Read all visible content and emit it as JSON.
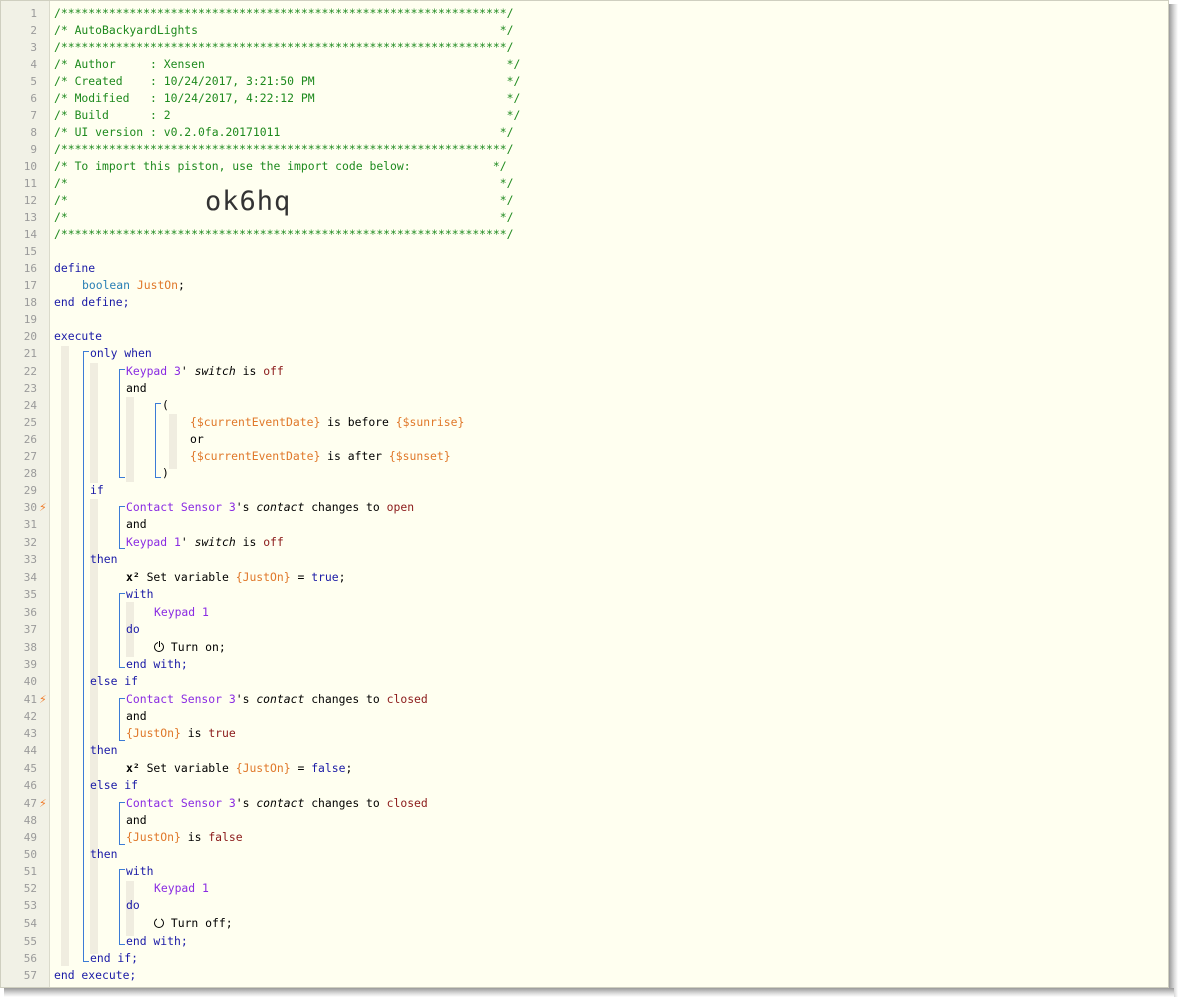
{
  "header": {
    "stars": "/*****************************************************************/",
    "title_line": "/* AutoBackyardLights                                            */",
    "author_line": "/* Author     : Xensen                                            */",
    "created_line": "/* Created    : 10/24/2017, 3:21:50 PM                            */",
    "modified_line": "/* Modified   : 10/24/2017, 4:22:12 PM                            */",
    "build_line": "/* Build      : 2                                                 */",
    "ui_line": "/* UI version : v0.2.0fa.20171011                                */",
    "import_line": "/* To import this piston, use the import code below:            */",
    "blank_line": "/*                                                               */",
    "import_code": "ok6hq"
  },
  "kw": {
    "define": "define",
    "boolean": "boolean",
    "end_define": "end define;",
    "execute": "execute",
    "only_when": "only when",
    "and": "and",
    "or": "or",
    "open_paren": "(",
    "close_paren": ")",
    "if": "if",
    "then": "then",
    "with": "with",
    "do": "do",
    "end_with": "end with;",
    "else_if": "else if",
    "end_if": "end if;",
    "end_execute": "end execute;",
    "is": "is",
    "is_before": "is before",
    "is_after": "is after",
    "changes_to": "changes to",
    "set_variable": "Set variable",
    "turn_on": "Turn on;",
    "turn_off": "Turn off;",
    "x2": "x²",
    "eq": "=",
    "semi": ";"
  },
  "vars": {
    "juston": "JustOn",
    "juston_ref": "{JustOn}",
    "current_event_date": "{$currentEventDate}",
    "sunrise": "{$sunrise}",
    "sunset": "{$sunset}"
  },
  "devices": {
    "keypad3": "Keypad 3",
    "keypad1": "Keypad 1",
    "contact3": "Contact Sensor 3"
  },
  "attrs": {
    "switch": "switch",
    "contact": "contact",
    "poss": "'",
    "poss_s": "'s"
  },
  "vals": {
    "off": "off",
    "open": "open",
    "closed": "closed",
    "true": "true",
    "false": "false",
    "true_semi": "true",
    "false_semi": "false"
  },
  "line_numbers": [
    "1",
    "2",
    "3",
    "4",
    "5",
    "6",
    "7",
    "8",
    "9",
    "10",
    "11",
    "12",
    "13",
    "14",
    "15",
    "16",
    "17",
    "18",
    "19",
    "20",
    "21",
    "22",
    "23",
    "24",
    "25",
    "26",
    "27",
    "28",
    "29",
    "30",
    "31",
    "32",
    "33",
    "34",
    "35",
    "36",
    "37",
    "38",
    "39",
    "40",
    "41",
    "42",
    "43",
    "44",
    "45",
    "46",
    "47",
    "48",
    "49",
    "50",
    "51",
    "52",
    "53",
    "54",
    "55",
    "56",
    "57"
  ],
  "trigger_icon": "⚡"
}
